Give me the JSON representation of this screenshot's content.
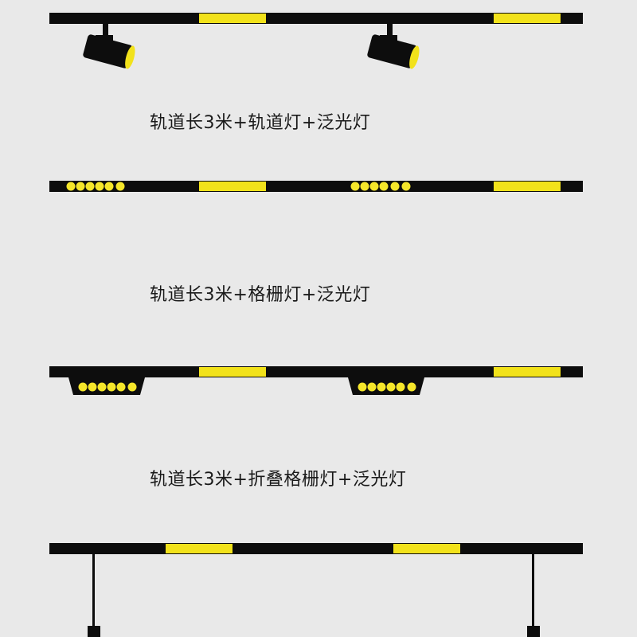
{
  "captions": [
    "轨道长3米+轨道灯+泛光灯",
    "轨道长3米+格栅灯+泛光灯",
    "轨道长3米+折叠格栅灯+泛光灯"
  ],
  "colors": {
    "background": "#e9e9e9",
    "track": "#0d0d0d",
    "light": "#f2e21b",
    "dot": "#f5e62a"
  },
  "icons": [
    "track-spotlight-icon",
    "grille-light-icon",
    "folding-grille-light-icon",
    "pendant-light-icon"
  ]
}
